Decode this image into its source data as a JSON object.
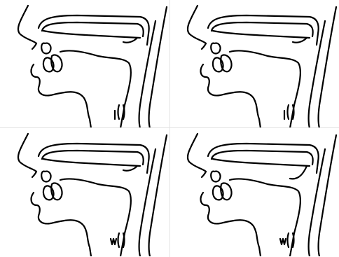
{
  "panels": [
    {
      "id": "top-left",
      "tongue": "back-raised",
      "glottis": "open"
    },
    {
      "id": "top-right",
      "tongue": "back-raised",
      "glottis": "open"
    },
    {
      "id": "bottom-left",
      "tongue": "back-raised",
      "glottis": "vibrating"
    },
    {
      "id": "bottom-right",
      "tongue": "back-raised-velum-lowered",
      "glottis": "vibrating"
    }
  ],
  "colors": {
    "ink": "#000000",
    "divider": "#e2e2e2",
    "background": "#ffffff"
  }
}
